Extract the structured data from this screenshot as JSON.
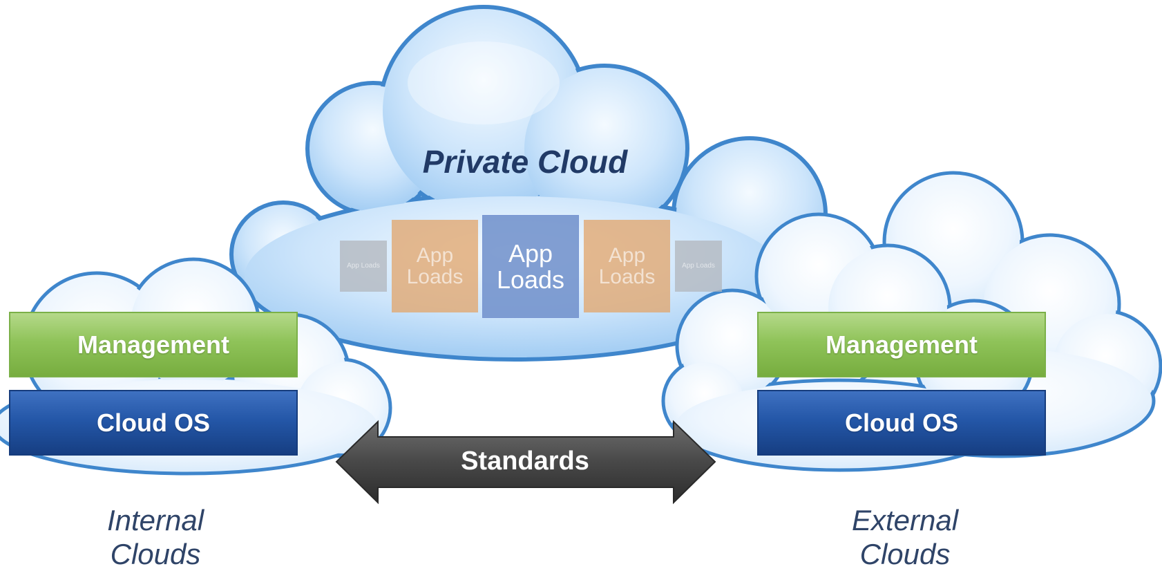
{
  "diagram": {
    "private_cloud": {
      "title": "Private Cloud",
      "app_loads": [
        {
          "label": "App Loads",
          "size": "tiny"
        },
        {
          "label": "App Loads",
          "size": "medium"
        },
        {
          "label": "App Loads",
          "size": "large"
        },
        {
          "label": "App Loads",
          "size": "medium"
        },
        {
          "label": "App Loads",
          "size": "tiny"
        }
      ]
    },
    "internal_stack": {
      "management_label": "Management",
      "cloud_os_label": "Cloud OS",
      "caption": "Internal Clouds"
    },
    "external_stack": {
      "management_label": "Management",
      "cloud_os_label": "Cloud OS",
      "caption": "External Clouds"
    },
    "standards_label": "Standards",
    "colors": {
      "cloud_fill": "#cfe6fb",
      "cloud_outline": "#3f86cc",
      "management": "#8fc359",
      "cloud_os": "#2457a8",
      "arrow": "#4d4d4d",
      "title_text": "#213a66",
      "caption_text": "#2f4468"
    }
  }
}
